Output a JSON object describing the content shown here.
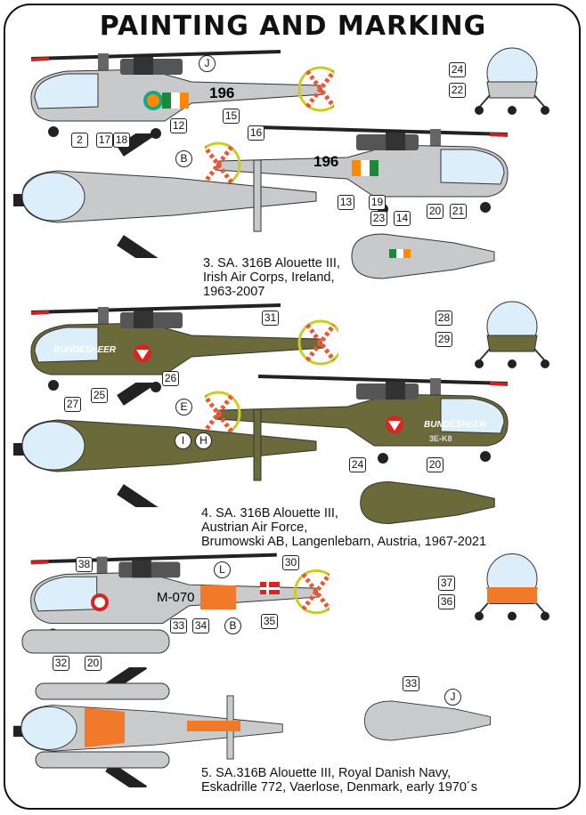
{
  "title": "PAINTING AND MARKING",
  "colors": {
    "irish_grey": "#c8c9cb",
    "olive": "#6b6a3a",
    "danish_grey": "#c9cacb",
    "orange": "#f07a2a",
    "canopy": "#dbeefa"
  },
  "schemes": [
    {
      "caption": [
        "3. SA. 316B Alouette III,",
        "Irish Air Corps, Ireland,",
        "1963-2007"
      ],
      "serial": "196",
      "callouts_box": [
        "2",
        "17",
        "18",
        "12",
        "15",
        "16",
        "13",
        "19",
        "20",
        "21",
        "24",
        "22",
        "23",
        "14"
      ],
      "callouts_circle": [
        "J",
        "B"
      ]
    },
    {
      "caption": [
        "4. SA. 316B Alouette III,",
        "Austrian Air Force,",
        "Brumowski AB, Langenlebarn, Austria, 1967-2021"
      ],
      "titling": "BUNDESHEER",
      "serial": "3E-K8",
      "callouts_box": [
        "31",
        "26",
        "25",
        "27",
        "28",
        "29",
        "20",
        "24"
      ],
      "callouts_circle": [
        "E",
        "I",
        "H"
      ]
    },
    {
      "caption": [
        "5. SA.316B Alouette III, Royal Danish Navy,",
        "Eskadrille 772, Vaerlose, Denmark, early 1970´s"
      ],
      "serial": "M-070",
      "callouts_box": [
        "38",
        "30",
        "33",
        "34",
        "35",
        "32",
        "20",
        "37",
        "36",
        "33"
      ],
      "callouts_circle": [
        "L",
        "B",
        "J"
      ]
    }
  ]
}
